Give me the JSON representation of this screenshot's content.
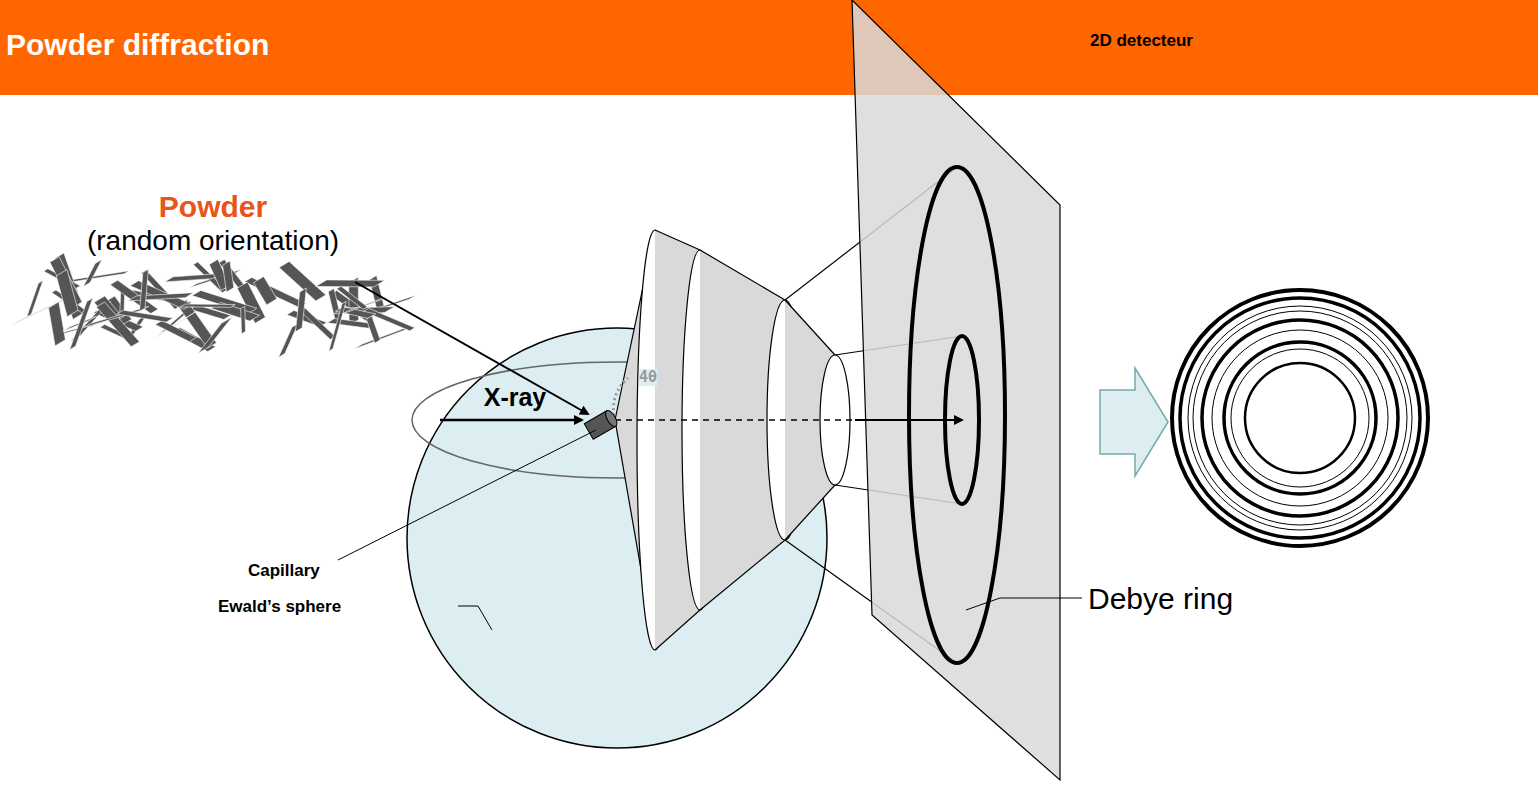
{
  "diagram": {
    "title": "Powder diffraction",
    "labels": [
      "Powder",
      "(random orientation)",
      "X-ray",
      "4θ",
      "Capillary",
      "Ewald’s sphere",
      "2D detecteur",
      "Debye ring"
    ]
  }
}
